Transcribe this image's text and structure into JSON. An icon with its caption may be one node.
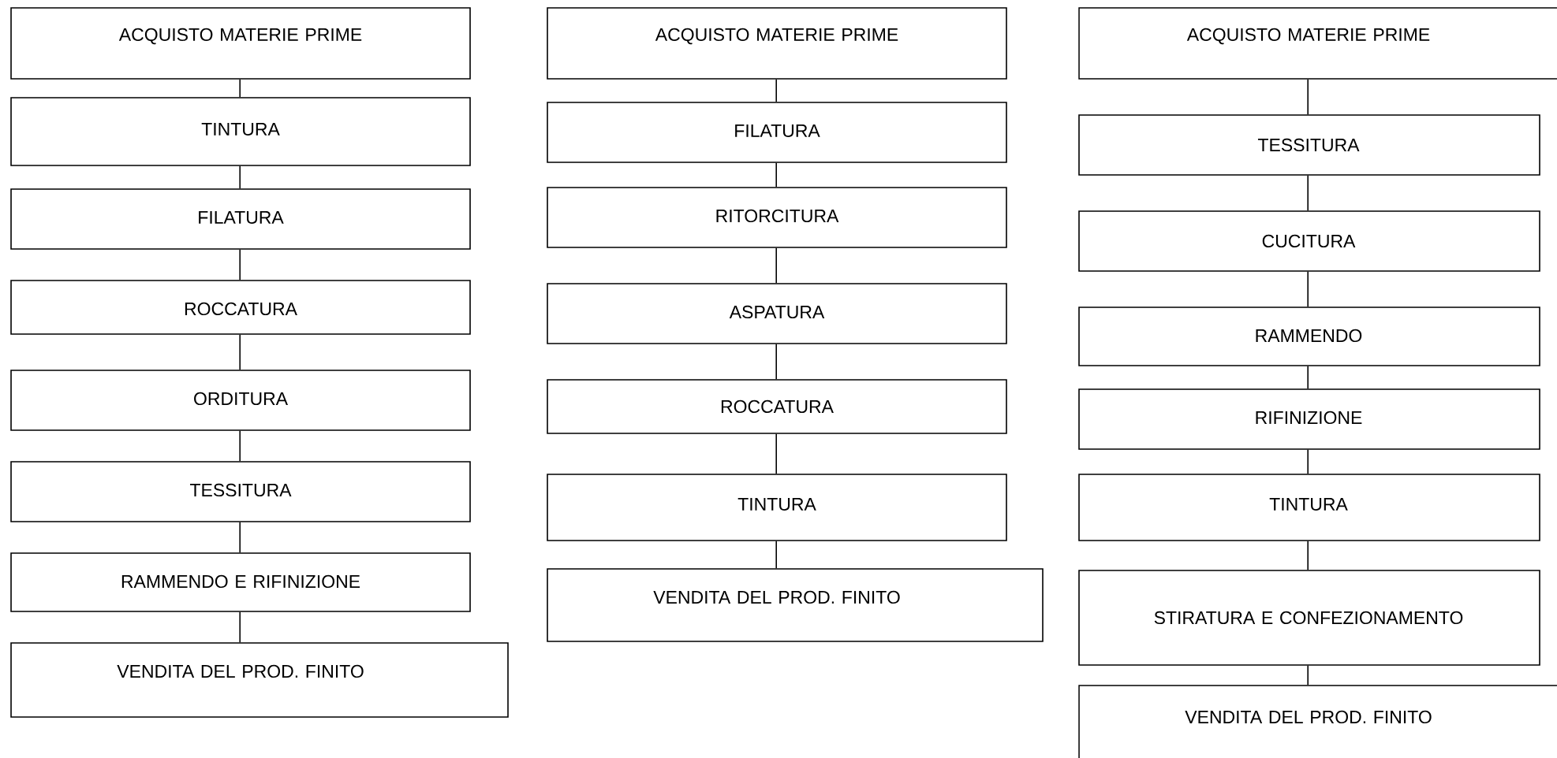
{
  "diagram": {
    "nodes": [
      {
        "text": [
          "ACQUISTO MATERIE PRIME"
        ]
      },
      {
        "text": [
          "TINTURA"
        ]
      },
      {
        "text": [
          "FILATURA"
        ]
      },
      {
        "text": [
          "ROCCATURA"
        ]
      },
      {
        "text": [
          "ORDITURA"
        ]
      },
      {
        "text": [
          "TESSITURA"
        ]
      },
      {
        "text": [
          "RAMMENDO E RIFINIZIONE"
        ]
      },
      {
        "text": [
          "VENDITA DEL PROD. FINITO"
        ]
      },
      {
        "text": [
          "ACQUISTO MATERIE PRIME"
        ]
      },
      {
        "text": [
          "FILATURA"
        ]
      },
      {
        "text": [
          "RITORCITURA"
        ]
      },
      {
        "text": [
          "ASPATURA"
        ]
      },
      {
        "text": [
          "ROCCATURA"
        ]
      },
      {
        "text": [
          "TINTURA"
        ]
      },
      {
        "text": [
          "VENDITA DEL PROD. FINITO"
        ]
      },
      {
        "text": [
          "ACQUISTO MATERIE PRIME"
        ]
      },
      {
        "text": [
          "TESSITURA"
        ]
      },
      {
        "text": [
          "CUCITURA"
        ]
      },
      {
        "text": [
          "RAMMENDO"
        ]
      },
      {
        "text": [
          "RIFINIZIONE"
        ]
      },
      {
        "text": [
          "TINTURA"
        ]
      },
      {
        "text": [
          "STIRATURA E CONFEZIONAMENTO"
        ]
      },
      {
        "text": [
          "VENDITA DEL PROD. FINITO"
        ]
      }
    ],
    "edges": [
      {
        "from": 0,
        "to": 1,
        "arrow": "none"
      },
      {
        "from": 1,
        "to": 2,
        "arrow": "none"
      },
      {
        "from": 2,
        "to": 3,
        "arrow": "none"
      },
      {
        "from": 3,
        "to": 4,
        "arrow": "none"
      },
      {
        "from": 4,
        "to": 5,
        "arrow": "none"
      },
      {
        "from": 5,
        "to": 6,
        "arrow": "none"
      },
      {
        "from": 6,
        "to": 7,
        "arrow": "none"
      },
      {
        "from": 8,
        "to": 9,
        "arrow": "none"
      },
      {
        "from": 9,
        "to": 10,
        "arrow": "none"
      },
      {
        "from": 10,
        "to": 11,
        "arrow": "none"
      },
      {
        "from": 11,
        "to": 12,
        "arrow": "none"
      },
      {
        "from": 12,
        "to": 13,
        "arrow": "none"
      },
      {
        "from": 13,
        "to": 14,
        "arrow": "none"
      },
      {
        "from": 15,
        "to": 16,
        "arrow": "none"
      },
      {
        "from": 16,
        "to": 17,
        "arrow": "none"
      },
      {
        "from": 17,
        "to": 18,
        "arrow": "none"
      },
      {
        "from": 18,
        "to": 19,
        "arrow": "none"
      },
      {
        "from": 19,
        "to": 20,
        "arrow": "none"
      },
      {
        "from": 20,
        "to": 21,
        "arrow": "none"
      },
      {
        "from": 21,
        "to": 22,
        "arrow": "none"
      }
    ]
  }
}
